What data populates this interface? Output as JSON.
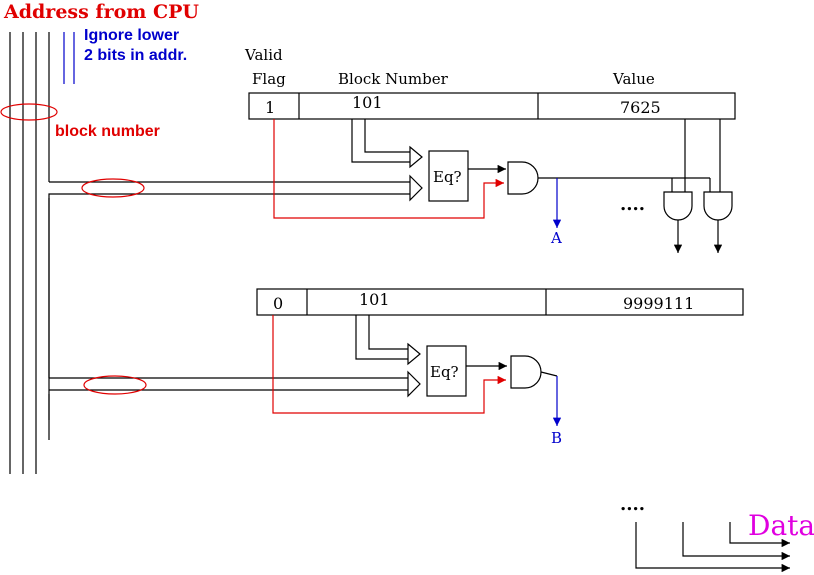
{
  "title": "Address from CPU",
  "note_line1": "Ignore lower",
  "note_line2": "2 bits in addr.",
  "block_number_label": "block number",
  "headers": {
    "valid_line1": "Valid",
    "valid_line2": "Flag",
    "block_number": "Block Number",
    "value": "Value"
  },
  "entries": [
    {
      "valid": "1",
      "block": "101",
      "value": "7625",
      "eq_label": "Eq?",
      "output": "A"
    },
    {
      "valid": "0",
      "block": "101",
      "value": "9999111",
      "eq_label": "Eq?",
      "output": "B"
    }
  ],
  "ellipsis": "....",
  "ellipsis_bottom": "....",
  "data_label": "Data",
  "colors": {
    "title": "#e00000",
    "note": "#0000cc",
    "valid_wire": "#e00000",
    "output": "#0000cc",
    "data": "#e000e0"
  }
}
